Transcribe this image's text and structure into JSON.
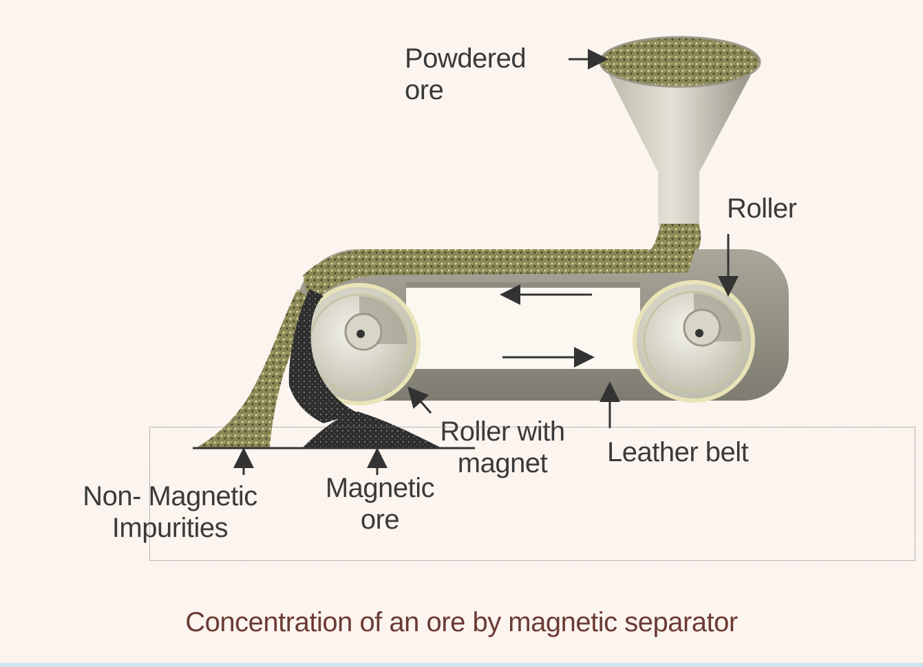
{
  "labels": {
    "powdered_ore": "Powdered",
    "powdered_ore_2": "ore",
    "roller": "Roller",
    "roller_with_magnet": "Roller with",
    "roller_with_magnet_2": "magnet",
    "leather_belt": "Leather belt",
    "non_magnetic": "Non- Magnetic",
    "impurities": "Impurities",
    "magnetic_ore": "Magnetic",
    "magnetic_ore_2": "ore"
  },
  "caption": "Concentration of an ore by magnetic separator",
  "colors": {
    "background": "#fbf4ef",
    "belt": "#9c9a8e",
    "ore": "#8c8a5a",
    "magnetic_pile": "#2b2b2b",
    "caption": "#6b3a34"
  }
}
